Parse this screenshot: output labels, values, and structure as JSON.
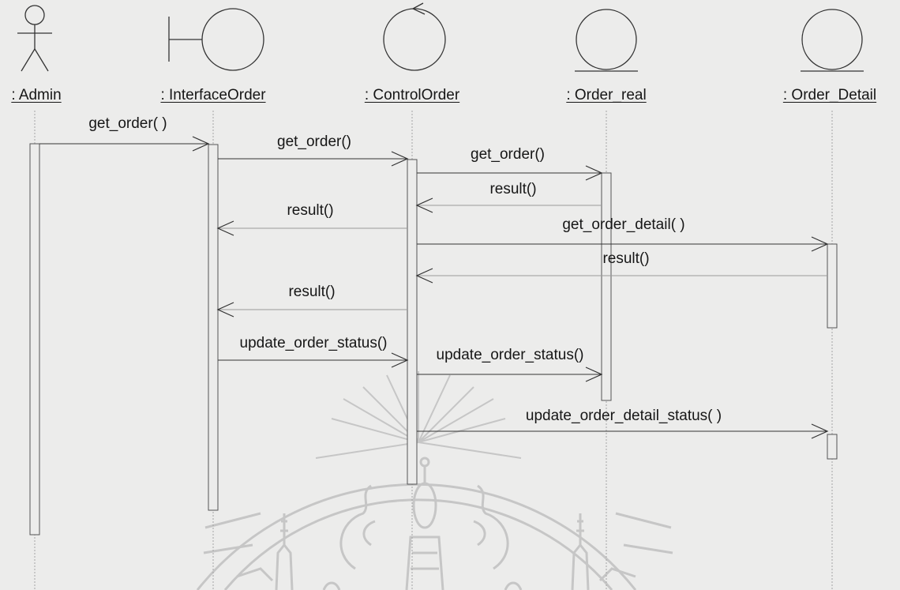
{
  "participants": [
    {
      "id": "admin",
      "kind": "actor",
      "label": ": Admin"
    },
    {
      "id": "interface",
      "kind": "boundary",
      "label": ": InterfaceOrder"
    },
    {
      "id": "control",
      "kind": "control",
      "label": ": ControlOrder"
    },
    {
      "id": "order_real",
      "kind": "entity",
      "label": ": Order_real"
    },
    {
      "id": "order_detail",
      "kind": "entity",
      "label": ": Order_Detail"
    }
  ],
  "messages": [
    {
      "from": "admin",
      "to": "interface",
      "label": "get_order( )",
      "kind": "call"
    },
    {
      "from": "interface",
      "to": "control",
      "label": "get_order()",
      "kind": "call"
    },
    {
      "from": "control",
      "to": "order_real",
      "label": "get_order()",
      "kind": "call"
    },
    {
      "from": "order_real",
      "to": "control",
      "label": "result()",
      "kind": "return"
    },
    {
      "from": "control",
      "to": "interface",
      "label": "result()",
      "kind": "return"
    },
    {
      "from": "control",
      "to": "order_detail",
      "label": "get_order_detail( )",
      "kind": "call"
    },
    {
      "from": "order_detail",
      "to": "control",
      "label": "result()",
      "kind": "return"
    },
    {
      "from": "control",
      "to": "interface",
      "label": "result()",
      "kind": "return"
    },
    {
      "from": "interface",
      "to": "control",
      "label": "update_order_status()",
      "kind": "call"
    },
    {
      "from": "control",
      "to": "order_real",
      "label": "update_order_status()",
      "kind": "call"
    },
    {
      "from": "control",
      "to": "order_detail",
      "label": "update_order_detail_status( )",
      "kind": "call"
    }
  ],
  "colors": {
    "line": "#333333",
    "return_line": "#9a9a9a",
    "text": "#161616",
    "watermark": "#c9c9c9",
    "background": "#ececeb"
  }
}
